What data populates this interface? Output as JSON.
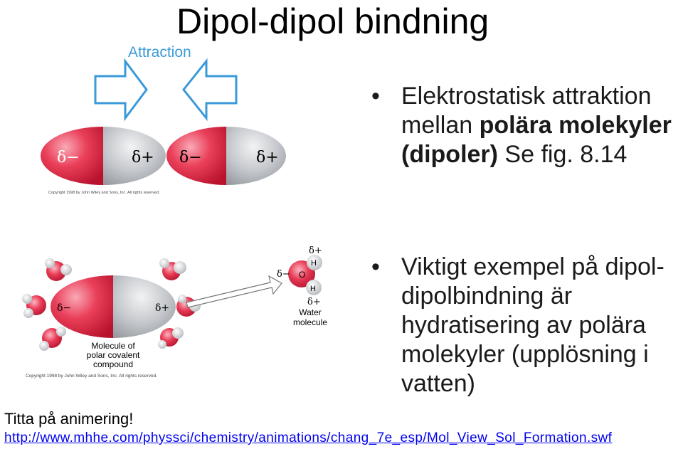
{
  "slide": {
    "title": "Dipol-dipol bindning",
    "bullet1": {
      "pre": "Elektrostatisk attraktion mellan ",
      "bold": "polära molekyler (dipoler)",
      "post": " Se fig. 8.14"
    },
    "bullet2": "Viktigt exempel på dipol-dipolbindning är hydratisering av polära molekyler (upplösning i vatten)",
    "animation_label": "Titta på animering!",
    "animation_url": "http://www.mhhe.com/physsci/chemistry/animations/chang_7e_esp/Mol_View_Sol_Formation.swf"
  },
  "figure_top": {
    "attraction_label": "Attraction",
    "left_dipole": {
      "neg": "δ−",
      "pos": "δ+"
    },
    "right_dipole": {
      "neg": "δ−",
      "pos": "δ+"
    },
    "copyright": "Copyright 1998 by John Wiley and Sons, Inc. All rights reserved."
  },
  "figure_bottom": {
    "dipole": {
      "neg": "δ−",
      "pos": "δ+"
    },
    "caption_line1": "Molecule of",
    "caption_line2": "polar covalent",
    "caption_line3": "compound",
    "copyright": "Copyright 1998 by John Wiley and Sons, Inc. All rights reserved.",
    "water": {
      "o_partial": "δ−",
      "o_label": "O",
      "h_top_partial": "δ+",
      "h_top_label": "H",
      "h_bottom_label": "H",
      "h_bottom_partial": "δ+",
      "caption_line1": "Water",
      "caption_line2": "molecule"
    }
  },
  "colors": {
    "red": "#e8344f",
    "grey": "#c9ccd0",
    "arrow_blue": "#3a9ad9",
    "link": "#0000ee"
  }
}
